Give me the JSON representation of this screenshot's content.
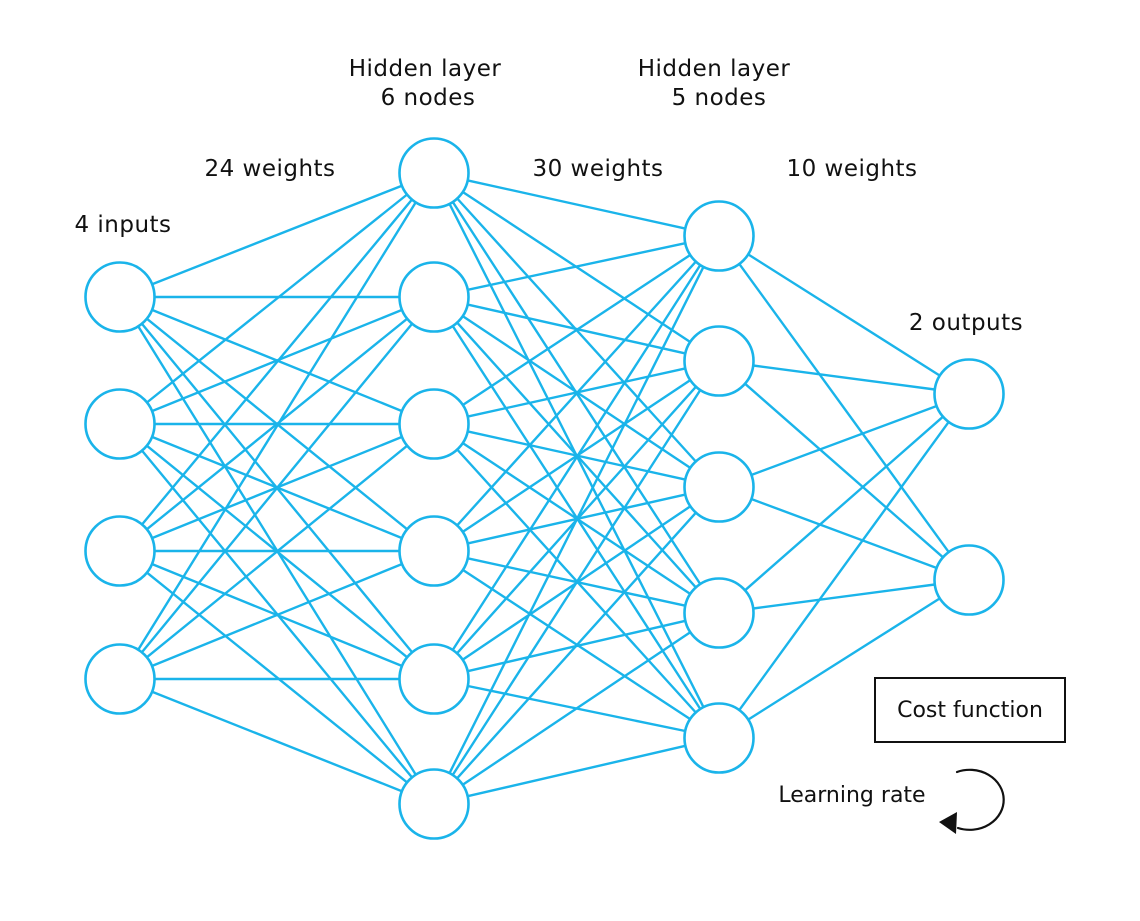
{
  "diagram": {
    "layers": [
      {
        "name": "input",
        "label_lines": [
          "4 inputs"
        ],
        "node_count": 4
      },
      {
        "name": "hidden1",
        "label_lines": [
          "Hidden layer",
          "6 nodes"
        ],
        "node_count": 6
      },
      {
        "name": "hidden2",
        "label_lines": [
          "Hidden layer",
          "5 nodes"
        ],
        "node_count": 5
      },
      {
        "name": "output",
        "label_lines": [
          "2 outputs"
        ],
        "node_count": 2
      }
    ],
    "weight_labels": [
      "24 weights",
      "30 weights",
      "10 weights"
    ],
    "cost_function_label": "Cost function",
    "learning_rate_label": "Learning rate",
    "colors": {
      "network": "#1ab4ea",
      "text": "#111111",
      "background": "#ffffff"
    },
    "icons": [
      "circular-arrow-icon"
    ]
  }
}
